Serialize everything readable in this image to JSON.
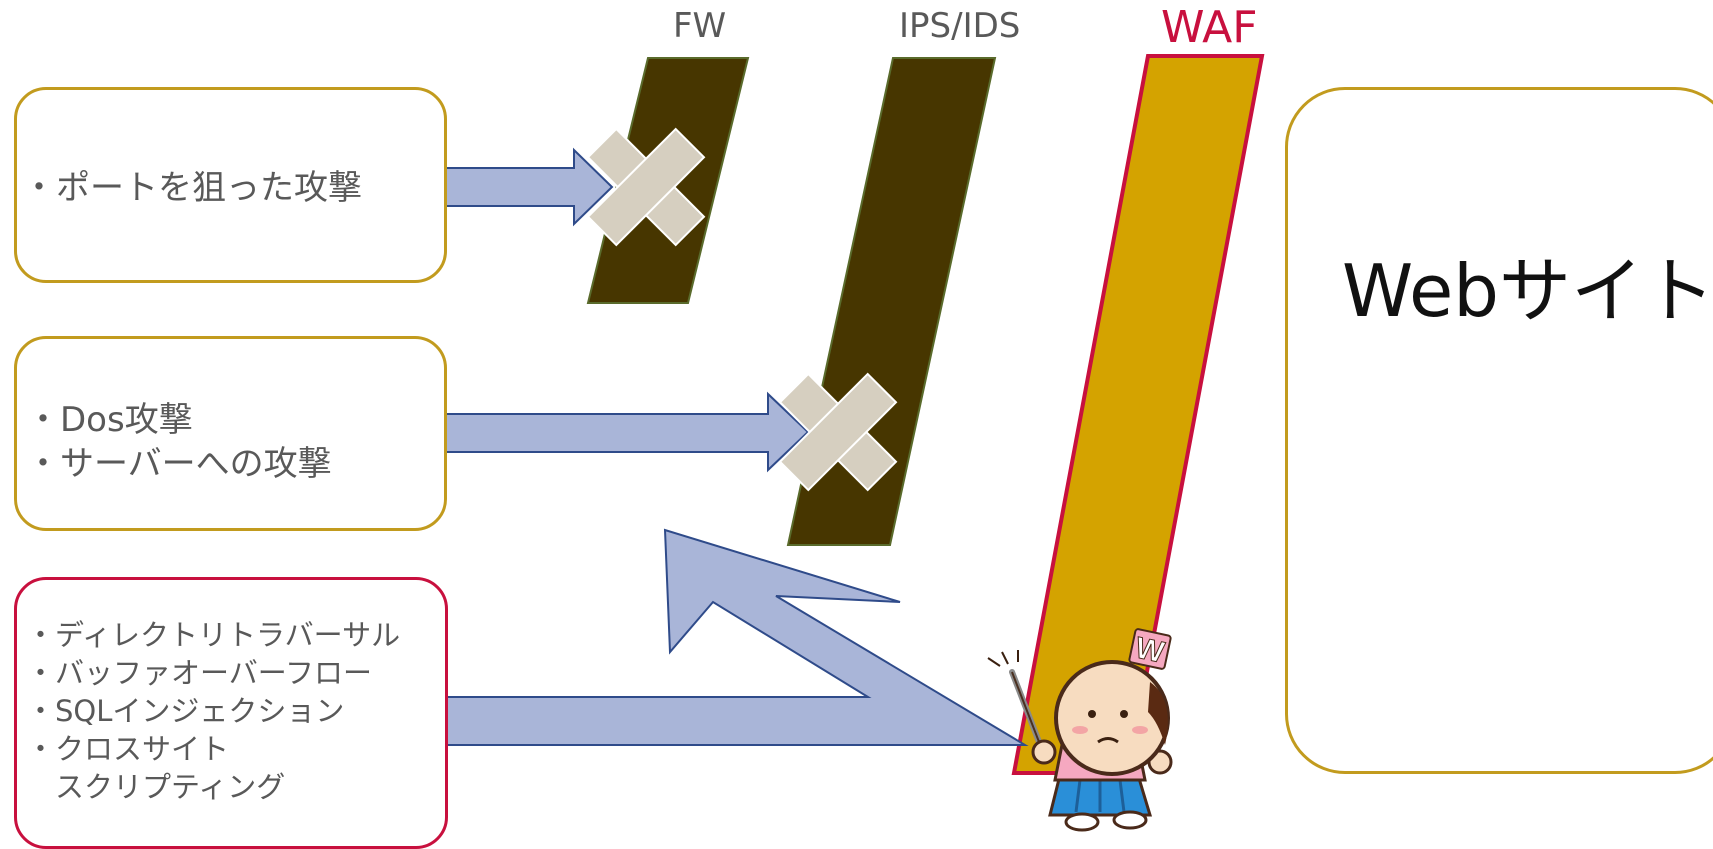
{
  "labels": {
    "fw": "FW",
    "ips_ids": "IPS/IDS",
    "waf": "WAF"
  },
  "attacks": {
    "port": [
      "・ポートを狙った攻撃"
    ],
    "dos": [
      "・Dos攻撃",
      "・サーバーへの攻撃"
    ],
    "web": [
      "・ディレクトリトラバーサル",
      "・バッファオーバーフロー",
      "・SQLインジェクション",
      "・クロスサイト",
      "　スクリプティング"
    ]
  },
  "website": {
    "title": "Webサイト"
  },
  "mascot_badge": "W",
  "colors": {
    "box_border": "#c29b1e",
    "web_box_border": "#c8103e",
    "wall_dark": "#473600",
    "wall_waf": "#d4a300",
    "waf_border": "#c8103e",
    "arrow_fill": "#a9b5d8",
    "arrow_stroke": "#2f4b8a",
    "block_x": "#d6cfc0",
    "page_icon": "#3a3a3a"
  },
  "icons": [
    "block-x-icon",
    "web-page-icon",
    "samurai-mascot-icon"
  ]
}
